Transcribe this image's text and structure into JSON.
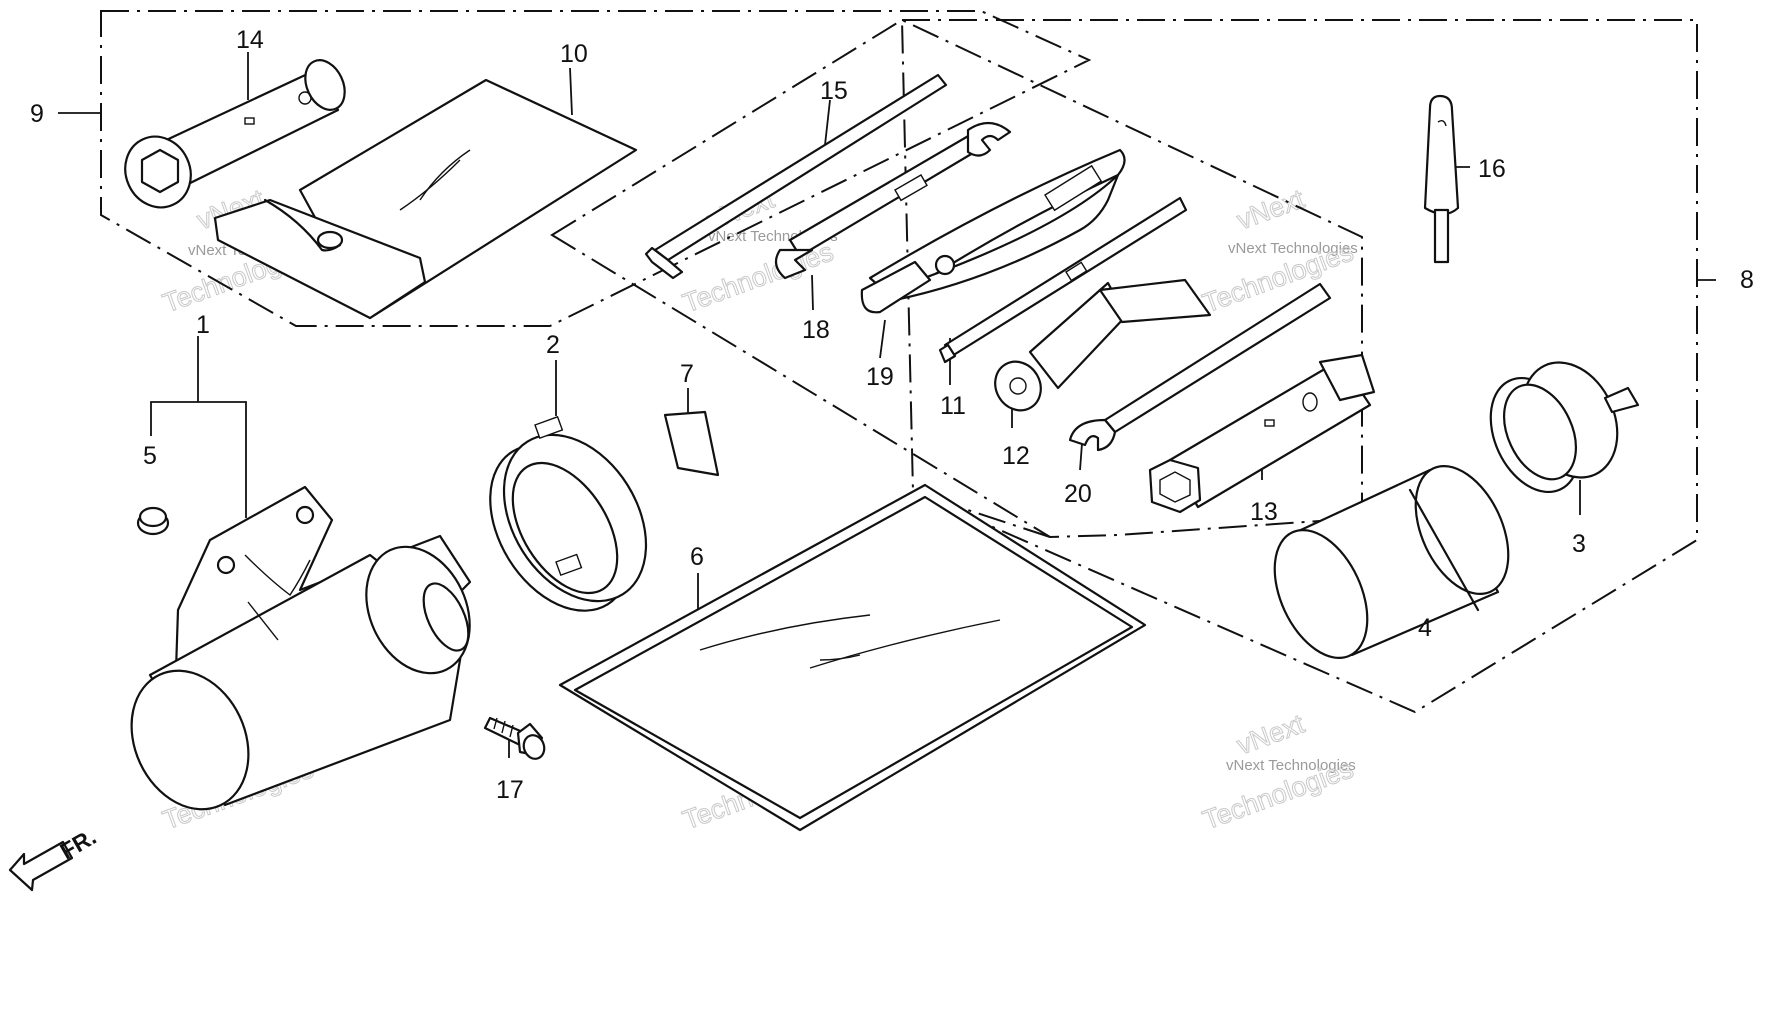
{
  "callouts": {
    "c1": "1",
    "c2": "2",
    "c3": "3",
    "c4": "4",
    "c5": "5",
    "c6": "6",
    "c7": "7",
    "c8": "8",
    "c9": "9",
    "c10": "10",
    "c11": "11",
    "c12": "12",
    "c13": "13",
    "c14": "14",
    "c15": "15",
    "c16": "16",
    "c17": "17",
    "c18": "18",
    "c19": "19",
    "c20": "20"
  },
  "direction": {
    "label": "FR."
  },
  "watermark": {
    "brand": "vNext Technologies",
    "word1": "vNext",
    "word2": "Technologies"
  }
}
